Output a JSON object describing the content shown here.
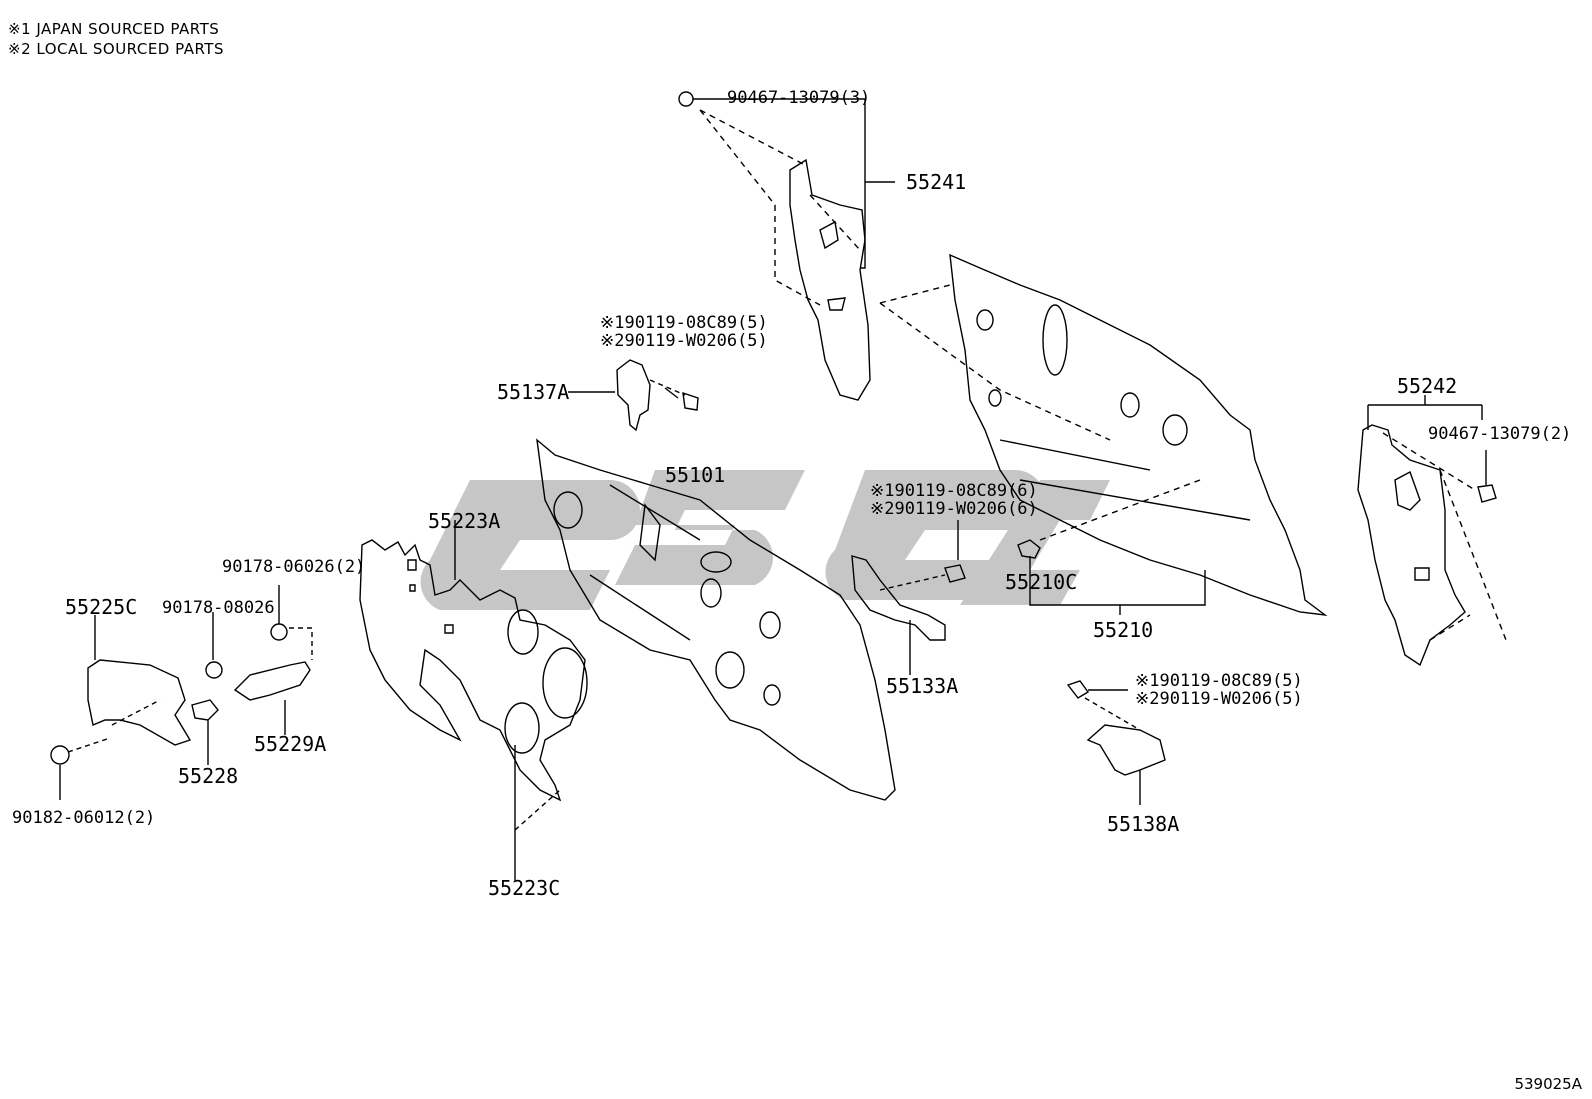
{
  "notes": [
    "※1 JAPAN SOURCED PARTS",
    "※2 LOCAL SOURCED PARTS"
  ],
  "watermark": "GSGC",
  "figure_number": "539025A",
  "labels": {
    "p55241": "55241",
    "bolt_top": "90467-13079(3)",
    "p55137a_bolt1": "※190119-08C89(5)",
    "p55137a_bolt2": "※290119-W0206(5)",
    "p55137a": "55137A",
    "p55101": "55101",
    "p55223a": "55223A",
    "n90178_06026": "90178-06026(2)",
    "n90178_08026": "90178-08026",
    "p55225c": "55225C",
    "p55229a": "55229A",
    "p55228": "55228",
    "n90182": "90182-06012(2)",
    "p55223c": "55223C",
    "clip_6a": "※190119-08C89(6)",
    "clip_6b": "※290119-W0206(6)",
    "p55210c": "55210C",
    "p55210": "55210",
    "p55133a": "55133A",
    "p55242": "55242",
    "bolt_right": "90467-13079(2)",
    "p55138a_bolt1": "※190119-08C89(5)",
    "p55138a_bolt2": "※290119-W0206(5)",
    "p55138a": "55138A"
  }
}
